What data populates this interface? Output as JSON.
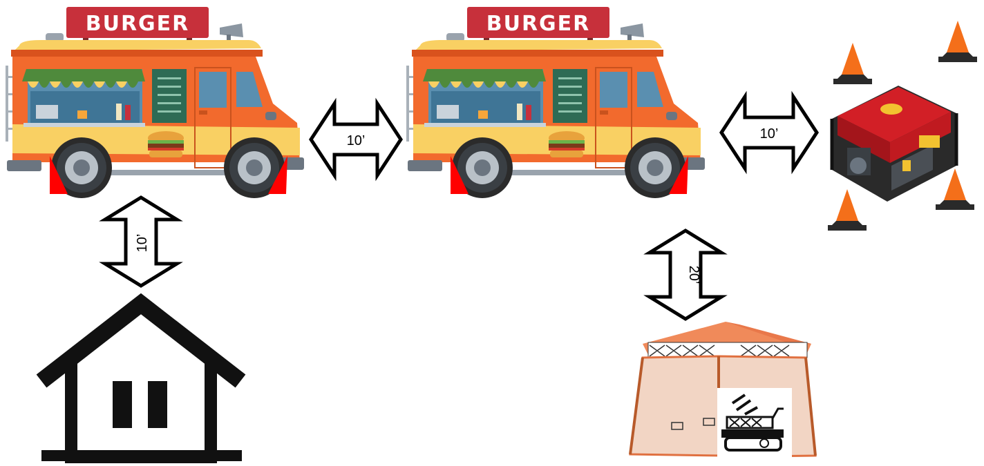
{
  "diagram": {
    "trucks": [
      {
        "sign_text": "BURGER"
      },
      {
        "sign_text": "BURGER"
      }
    ],
    "distances": {
      "truck_to_truck": "10’",
      "truck_to_generator": "10’",
      "truck_to_building": "10’",
      "truck_to_tent": "20’"
    },
    "colors": {
      "truck_body": "#f26a2d",
      "truck_stripe": "#f9d063",
      "sign": "#c7303b",
      "chock": "#ff0000",
      "cone": "#f46f1a",
      "generator": "#d21f26",
      "tent": "#f08a5a"
    },
    "icons": [
      "food-truck-icon",
      "food-truck-icon",
      "generator-icon",
      "traffic-cone-icon",
      "building-icon",
      "canopy-tent-icon",
      "fryer-icon"
    ]
  }
}
